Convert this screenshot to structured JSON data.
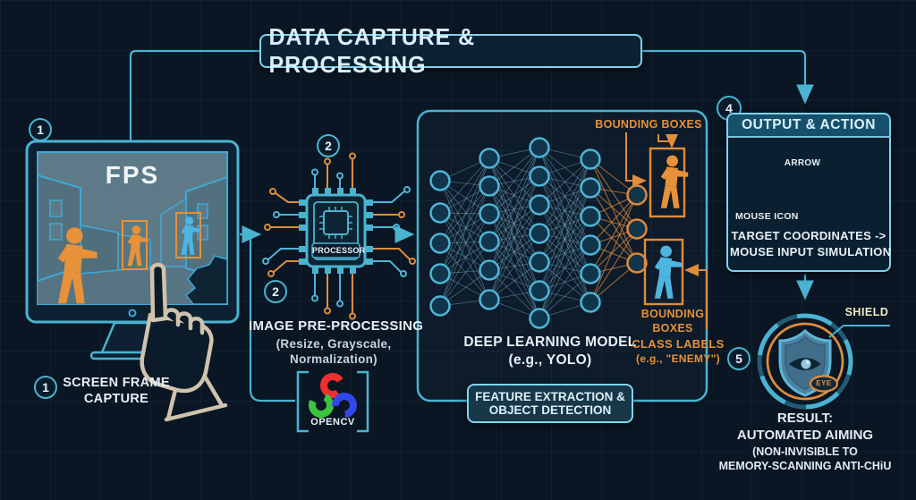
{
  "title": {
    "label": "DATA CAPTURE & PROCESSING"
  },
  "badges": {
    "step1": "1",
    "step2": "2",
    "step4": "4",
    "step5": "5"
  },
  "capture": {
    "screen_title": "FPS",
    "caption_line1": "SCREEN FRAME",
    "caption_line2": "CAPTURE"
  },
  "preprocessing": {
    "chip_label": "PROCESSOR",
    "heading": "IMAGE PRE-PROCESSING",
    "sub_line1": "(Resize, Grayscale,",
    "sub_line2": "Normalization)",
    "library": "OPENCV"
  },
  "model": {
    "heading_line1": "DEEP LEARNING MODEL",
    "heading_line2": "(e.g., YOLO)",
    "feature_line1": "FEATURE EXTRACTION &",
    "feature_line2": "OBJECT DETECTION",
    "bounding_top": "BOUNDING BOXES",
    "bounding_bottom_line1": "BOUNDING",
    "bounding_bottom_line2": "BOXES",
    "class_line1": "CLASS LABELS",
    "class_line2": "(e.g., \"ENEMY\")"
  },
  "output": {
    "heading": "OUTPUT & ACTION",
    "arrow_label": "ARROW",
    "mouse_label": "MOUSE ICON",
    "sim_line1": "TARGET COORDINATES ->",
    "sim_line2": "MOUSE INPUT SIMULATION"
  },
  "result": {
    "shield_label": "SHIELD",
    "eye_label": "EYE",
    "line1": "RESULT:",
    "line2": "AUTOMATED AIMING",
    "line3": "(NON-INVISIBLE TO",
    "line4": "MEMORY-SCANNING ANTI-CHiU"
  },
  "colors": {
    "background": "#0a1623",
    "accent_blue": "#4ab3d1",
    "light_blue_border": "#7fd4ee",
    "orange": "#e79138",
    "screen_slate": "#5e7a89",
    "pale_yellow": "#efe9c4",
    "opencv_red": "#f03030",
    "opencv_green": "#3cc43c",
    "opencv_blue": "#3348e8",
    "hand_outline": "#cfc3ad"
  }
}
